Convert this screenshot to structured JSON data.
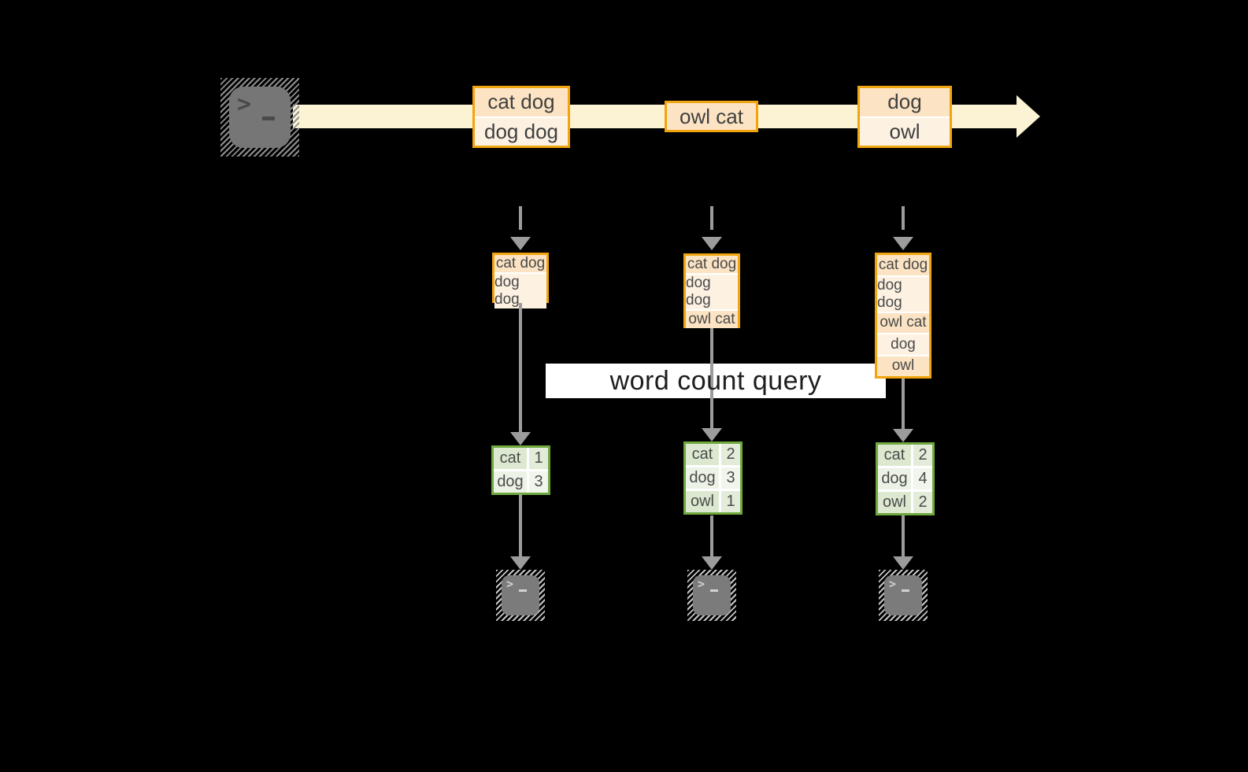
{
  "diagram": {
    "banner_label": "word count query",
    "prompt_chevron": ">",
    "stream_batches": [
      {
        "records": [
          "cat dog",
          "dog dog"
        ]
      },
      {
        "records": [
          "owl cat"
        ]
      },
      {
        "records": [
          "dog",
          "owl"
        ]
      }
    ],
    "columns": [
      {
        "buffer": [
          "cat dog",
          "dog dog"
        ],
        "counts": [
          {
            "word": "cat",
            "count": "1"
          },
          {
            "word": "dog",
            "count": "3"
          }
        ]
      },
      {
        "buffer": [
          "cat dog",
          "dog dog",
          "owl cat"
        ],
        "counts": [
          {
            "word": "cat",
            "count": "2"
          },
          {
            "word": "dog",
            "count": "3"
          },
          {
            "word": "owl",
            "count": "1"
          }
        ]
      },
      {
        "buffer": [
          "cat dog",
          "dog dog",
          "owl cat",
          "dog",
          "owl"
        ],
        "counts": [
          {
            "word": "cat",
            "count": "2"
          },
          {
            "word": "dog",
            "count": "4"
          },
          {
            "word": "owl",
            "count": "2"
          }
        ]
      }
    ]
  },
  "colors": {
    "gold": "#f0a50e",
    "peach": "#fbe3c3",
    "cream-cell": "#fdf2e2",
    "stream": "#fcf3d4",
    "green": "#6fa83f",
    "green-light": "#dde8d0",
    "green-light2": "#e3ecd8",
    "green-lighter": "#edf2e6",
    "green-lighter2": "#f1f5ec",
    "arrow-gray": "#9c9c9c",
    "text-dark": "#3f3f3f",
    "banner-bg": "#ffffff",
    "banner-text": "#1e1e1e",
    "term-gray": "#767676",
    "term-gray2": "#7b7b7b",
    "hatch-dark": "#8f8f8f",
    "hatch-light": "#c6c6c6",
    "prompt-dark": "#4a4a4a",
    "prompt-light": "#d2d2d2"
  }
}
